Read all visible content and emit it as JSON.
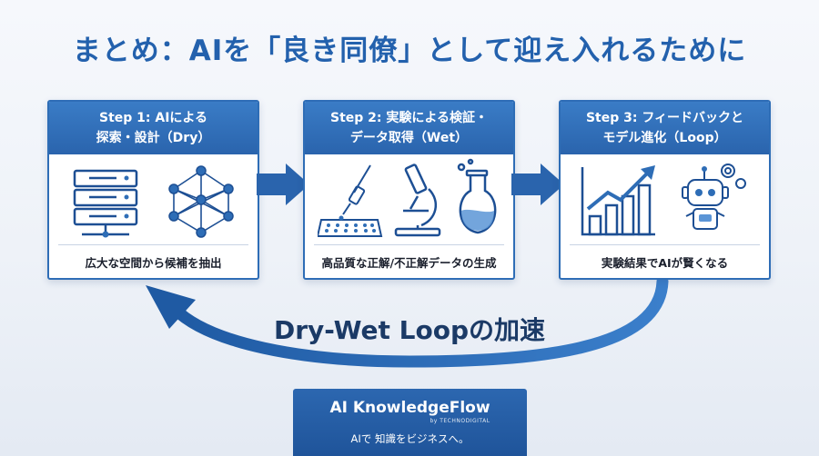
{
  "title": "まとめ：AIを「良き同僚」として迎え入れるために",
  "steps": [
    {
      "line1": "Step 1: AIによる",
      "line2": "探索・設計（Dry）",
      "caption": "広大な空間から候補を抽出",
      "icons": [
        "server-icon",
        "neural-network-icon"
      ]
    },
    {
      "line1": "Step 2: 実験による検証・",
      "line2": "データ取得（Wet）",
      "caption": "高品質な正解/不正解データの生成",
      "icons": [
        "pipette-plate-icon",
        "microscope-icon",
        "flask-icon"
      ]
    },
    {
      "line1": "Step 3: フィードバックと",
      "line2": "モデル進化（Loop）",
      "caption": "実験結果でAIが賢くなる",
      "icons": [
        "growth-chart-icon",
        "robot-icon"
      ]
    }
  ],
  "loop_label": "Dry-Wet Loopの加速",
  "brand": {
    "name": "AI KnowledgeFlow",
    "by": "by TECHNODIGITAL",
    "tagline": "AIで 知識をビジネスへ。"
  },
  "colors": {
    "primary": "#2e6db6",
    "title": "#2361ad",
    "loop_arrow": "#2a64ad",
    "loop_text": "#1b3a66"
  }
}
